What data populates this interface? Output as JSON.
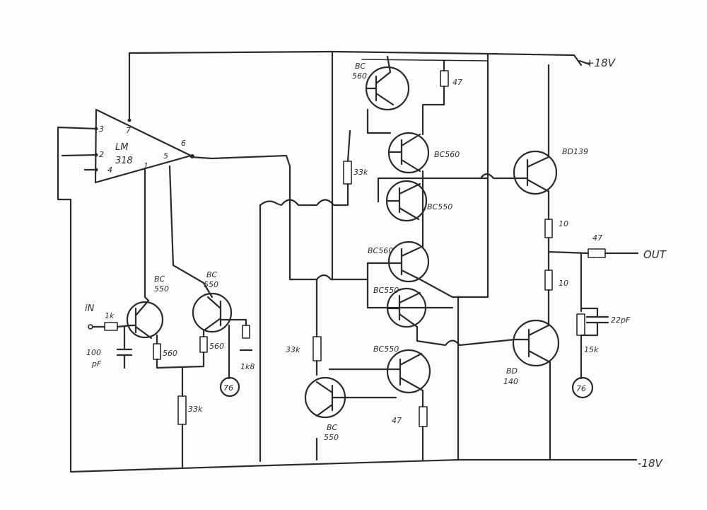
{
  "supply": {
    "positive": "+18V",
    "negative": "-18V"
  },
  "opamp": {
    "name_line1": "LM",
    "name_line2": "318",
    "pins": {
      "p3": "3",
      "p2": "2",
      "p4": "4",
      "p7": "7",
      "p6": "6",
      "p5": "5",
      "p1": "1"
    }
  },
  "input": {
    "label": "iN",
    "resistor": "1k",
    "capacitor_line1": "100",
    "capacitor_line2": "pF"
  },
  "diff_pair": {
    "left": {
      "line1": "BC",
      "line2": "550"
    },
    "right": {
      "line1": "BC",
      "line2": "550"
    },
    "r_left": "560",
    "r_right": "560",
    "r_tail": "33k",
    "r_feedback": "1k8",
    "node": "76"
  },
  "driver": {
    "q_top": {
      "line1": "BC",
      "line2": "560"
    },
    "r_top": "47",
    "q_bc560_a": "BC560",
    "r_bias_top": "33k",
    "q_bc550_a": "BC550",
    "q_bc560_b": "BC560",
    "q_bc550_b": "BC550",
    "r_bias_bottom": "33k",
    "q_bc550_c": "BC550",
    "q_bottom": {
      "line1": "BC",
      "line2": "550"
    },
    "r_bottom": "47"
  },
  "output": {
    "q_upper": "BD139",
    "r_upper": "10",
    "r_lower": "10",
    "q_lower": {
      "line1": "BD",
      "line2": "140"
    },
    "r_out": "47",
    "label": "OUT",
    "cap": "22pF",
    "r_fb": "15k",
    "node": "76"
  }
}
